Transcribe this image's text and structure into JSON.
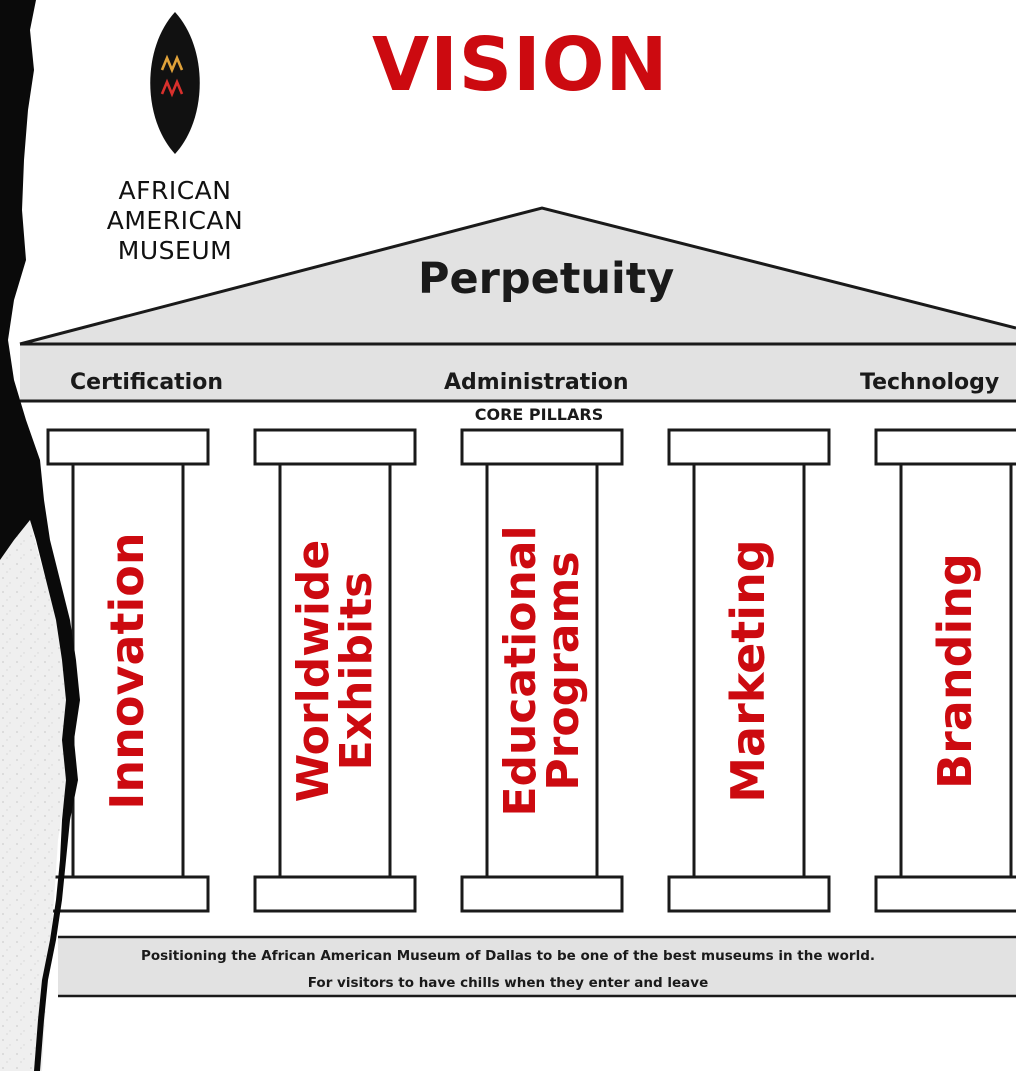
{
  "title": "VISION",
  "logo": {
    "mark_text": "MM",
    "line1": "AFRICAN AMERICAN",
    "line2": "MUSEUM"
  },
  "roof": {
    "title": "Perpetuity"
  },
  "beam": {
    "left": "Certification",
    "center": "Administration",
    "right": "Technology",
    "sub": "CORE PILLARS"
  },
  "pillars": [
    {
      "lines": [
        "Innovation"
      ]
    },
    {
      "lines": [
        "Worldwide",
        "Exhibits"
      ]
    },
    {
      "lines": [
        "Educational",
        "Programs"
      ]
    },
    {
      "lines": [
        "Marketing"
      ]
    },
    {
      "lines": [
        "Branding"
      ]
    }
  ],
  "base": {
    "line1": "Positioning the African American Museum of Dallas to be one of the best museums in the world.",
    "line2": "For visitors to have chills when they enter and leave"
  },
  "colors": {
    "accent_red": "#cc0a10",
    "structure_gray": "#e2e2e2",
    "outline": "#1a1a1a",
    "logo_black": "#111111",
    "logo_gold": "#e0a23a",
    "logo_red": "#d9302c"
  }
}
